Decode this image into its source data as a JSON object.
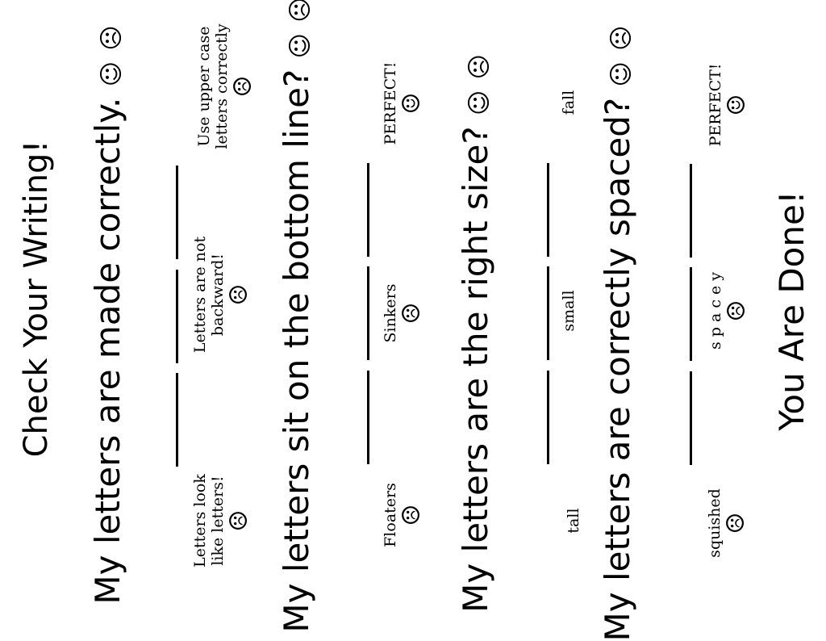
{
  "title": "Check Your Writing!",
  "faces": {
    "happy": "☺",
    "sad": "☹"
  },
  "section1": {
    "question": "My letters are made correctly.",
    "options": [
      {
        "line1": "Letters look",
        "line2": "like letters!",
        "icon": "sad-face-icon"
      },
      {
        "line1": "Letters are not",
        "line2": "backward!",
        "icon": "sad-face-icon"
      },
      {
        "line1": "Use upper case",
        "line2": "letters correctly",
        "icon": "sad-face-icon"
      }
    ]
  },
  "section2": {
    "question": "My letters sit on the bottom line?",
    "options": [
      {
        "label": "Floaters",
        "icon": "sad-face-icon"
      },
      {
        "label": "Sinkers",
        "icon": "sad-face-icon"
      },
      {
        "label": "PERFECT!",
        "icon": "happy-face-icon"
      }
    ]
  },
  "section3": {
    "question": "My letters are the right size?",
    "options": [
      {
        "label": "tall"
      },
      {
        "label": "small"
      },
      {
        "label": "fall"
      }
    ]
  },
  "section4": {
    "question": "My letters are correctly spaced?",
    "options": [
      {
        "label": "squished",
        "icon": "sad-face-icon"
      },
      {
        "label": "s p a c e y",
        "icon": "sad-face-icon"
      },
      {
        "label": "PERFECT!",
        "icon": "happy-face-icon"
      }
    ]
  },
  "footer": "You Are Done!"
}
